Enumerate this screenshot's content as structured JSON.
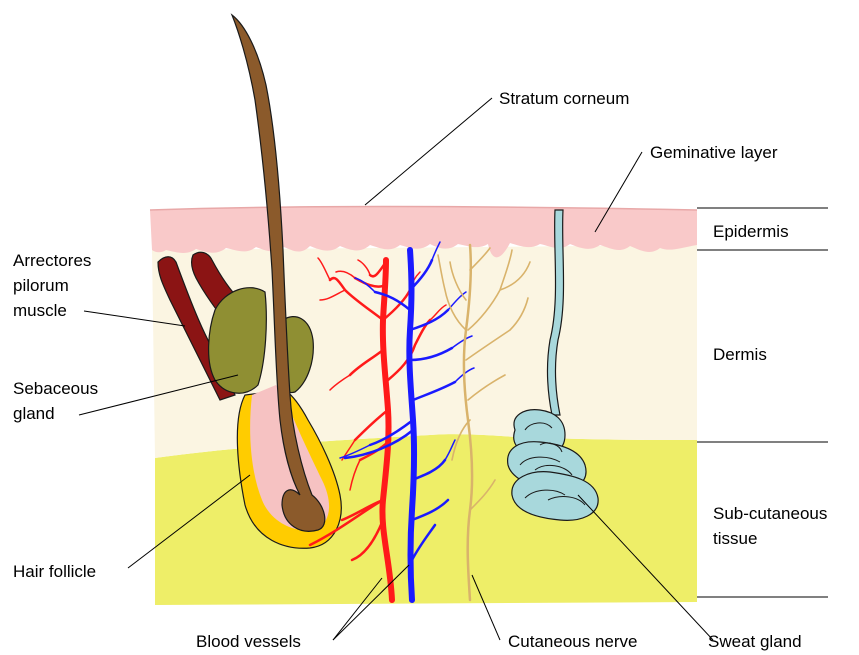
{
  "layers": [
    {
      "name": "Epidermis",
      "color": "#f9c9c9"
    },
    {
      "name": "Dermis",
      "color": "#fbf5e2"
    },
    {
      "name": "Sub-cutaneous tissue",
      "color": "#eeee68"
    }
  ],
  "labels": {
    "stratum_corneum": "Stratum corneum",
    "geminative_layer": "Geminative layer",
    "epidermis": "Epidermis",
    "dermis": "Dermis",
    "subcutaneous_line1": "Sub-cutaneous",
    "subcutaneous_line2": "tissue",
    "arrectores_line1": "Arrectores",
    "arrectores_line2": "pilorum",
    "arrectores_line3": "muscle",
    "sebaceous_line1": "Sebaceous",
    "sebaceous_line2": "gland",
    "hair_follicle": "Hair follicle",
    "blood_vessels": "Blood vessels",
    "cutaneous_nerve": "Cutaneous nerve",
    "sweat_gland": "Sweat gland"
  },
  "colors": {
    "hair": "#8b5a2b",
    "follicle": "#ffcc00",
    "follicle_inner": "#f6c2c2",
    "sebaceous_gland": "#8f8f33",
    "muscle": "#8b1414",
    "artery": "#ff1a1a",
    "vein": "#1a1aff",
    "nerve": "#d9b36b",
    "sweat_gland": "#a8d8dc"
  }
}
